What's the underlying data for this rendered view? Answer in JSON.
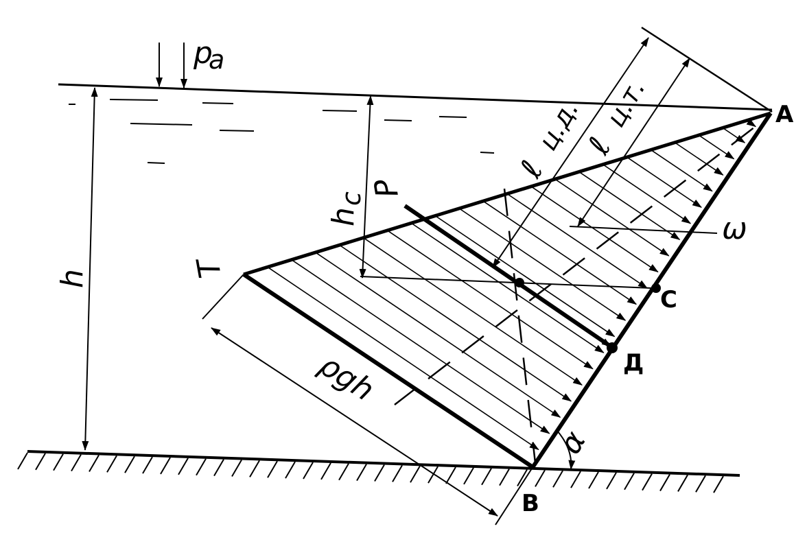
{
  "labels": {
    "pa": "p",
    "pa_sub": "a",
    "h": "h",
    "hc": "h",
    "hc_sub": "c",
    "P": "P",
    "T": "T",
    "A": "A",
    "B": "B",
    "C": "C",
    "D": "Д",
    "omega": "ω",
    "rgh": "ρgh",
    "l_cd": "ℓ",
    "l_cd_sub": "ц.д.",
    "l_ct": "ℓ",
    "l_ct_sub": "ц.т.",
    "alpha": "α"
  },
  "colors": {
    "ink": "#000000",
    "paper": "#ffffff"
  }
}
